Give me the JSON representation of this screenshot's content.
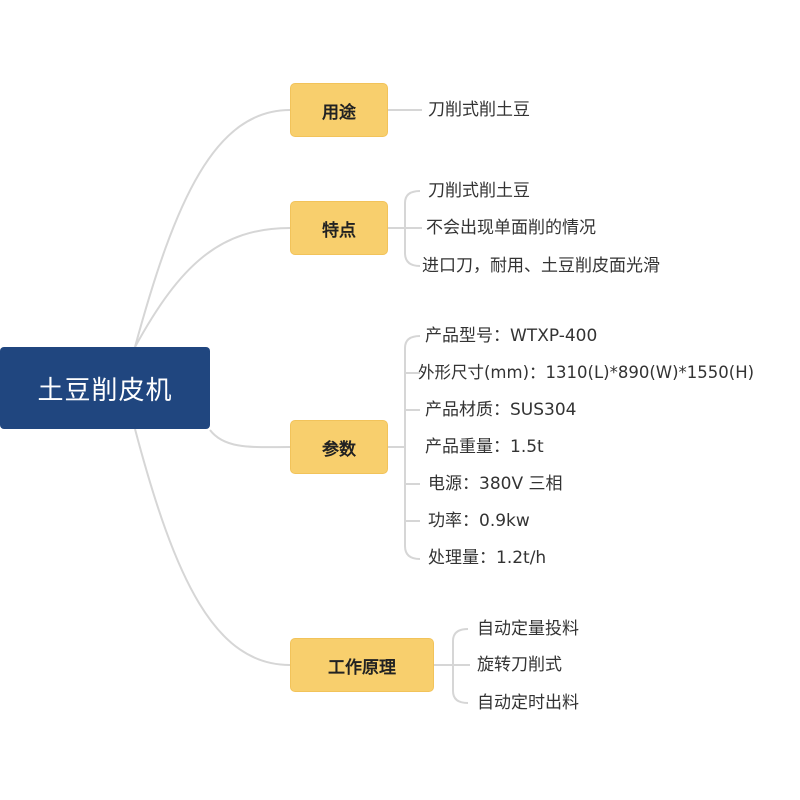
{
  "root": {
    "title": "土豆削皮机"
  },
  "branches": [
    {
      "label": "用途",
      "leaves": [
        "刀削式削土豆"
      ]
    },
    {
      "label": "特点",
      "leaves": [
        "刀削式削土豆",
        "不会出现单面削的情况",
        "进口刀，耐用、土豆削皮面光滑"
      ]
    },
    {
      "label": "参数",
      "leaves": [
        "产品型号：WTXP-400",
        "外形尺寸(mm)：1310(L)*890(W)*1550(H)",
        "产品材质：SUS304",
        "产品重量：1.5t",
        "电源：380V 三相",
        "功率：0.9kw",
        "处理量：1.2t/h"
      ]
    },
    {
      "label": "工作原理",
      "leaves": [
        "自动定量投料",
        "旋转刀削式",
        "自动定时出料"
      ]
    }
  ],
  "colors": {
    "root_bg": "#20467f",
    "branch_bg": "#f8cf6d",
    "link": "#d6d6d6"
  }
}
